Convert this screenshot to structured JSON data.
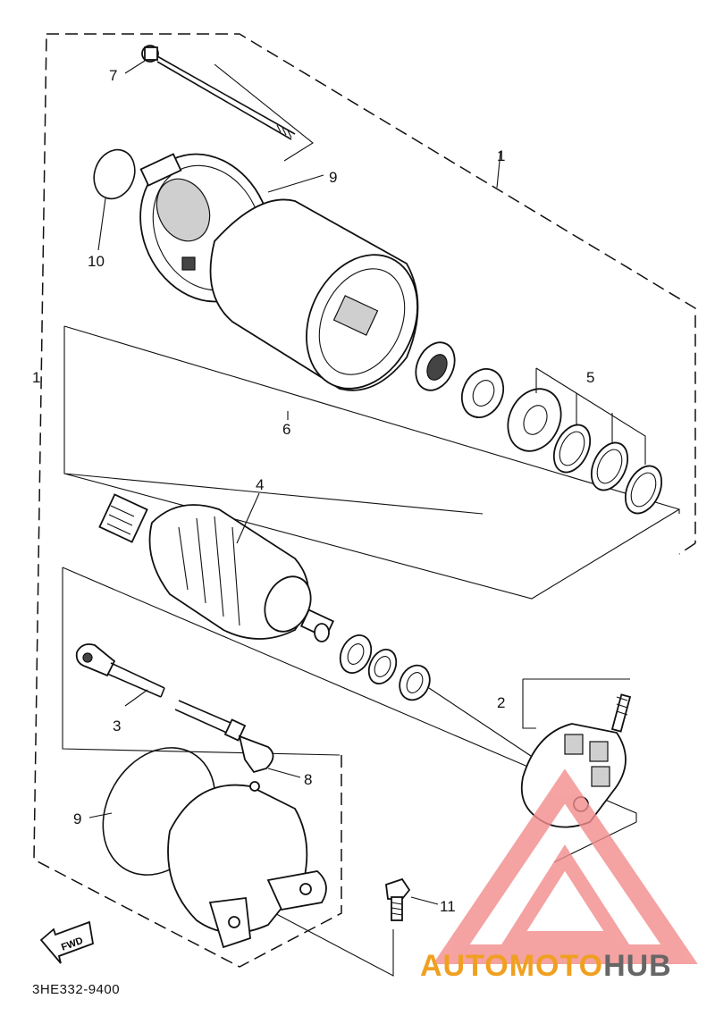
{
  "callouts": {
    "c1_top": "1",
    "c1_left": "1",
    "c2": "2",
    "c3": "3",
    "c4": "4",
    "c5": "5",
    "c6": "6",
    "c7": "7",
    "c8": "8",
    "c9_top": "9",
    "c9_bottom": "9",
    "c10": "10",
    "c11": "11"
  },
  "fwd_label": "FWD",
  "diagram_code": "3HE332-9400",
  "watermark": {
    "part1": "AUTOMOTO",
    "part2": "HUB",
    "color_main": "#f0a020",
    "color_second": "#666666",
    "triangle_color": "#f28c8c"
  }
}
